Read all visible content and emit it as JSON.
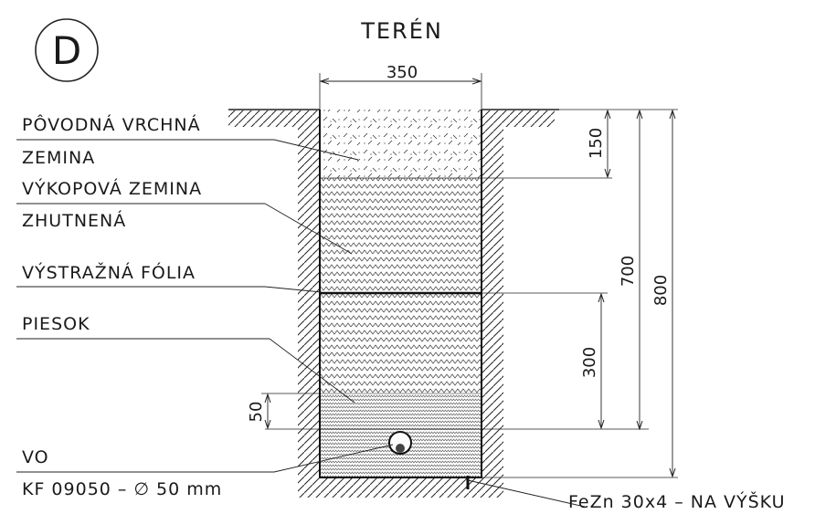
{
  "diagram": {
    "section_letter": "D",
    "surface_label": "TERÉN",
    "dimensions": {
      "trench_width": "350",
      "topsoil_depth": "150",
      "fill_depth": "700",
      "total_depth": "800",
      "sand_to_foil": "300",
      "pipe_cover": "50"
    },
    "layers": [
      {
        "line1": "PÔVODNÁ VRCHNÁ",
        "line2": "ZEMINA"
      },
      {
        "line1": "VÝKOPOVÁ ZEMINA",
        "line2": "ZHUTNENÁ"
      },
      {
        "line1": "VÝSTRAŽNÁ FÓLIA",
        "line2": ""
      },
      {
        "line1": "PIESOK",
        "line2": ""
      }
    ],
    "pipe": {
      "line1": "VO",
      "line2": "KF 09050 – ∅ 50 mm"
    },
    "earthing": {
      "label": "FeZn 30x4 – NA VÝŠKU"
    }
  }
}
